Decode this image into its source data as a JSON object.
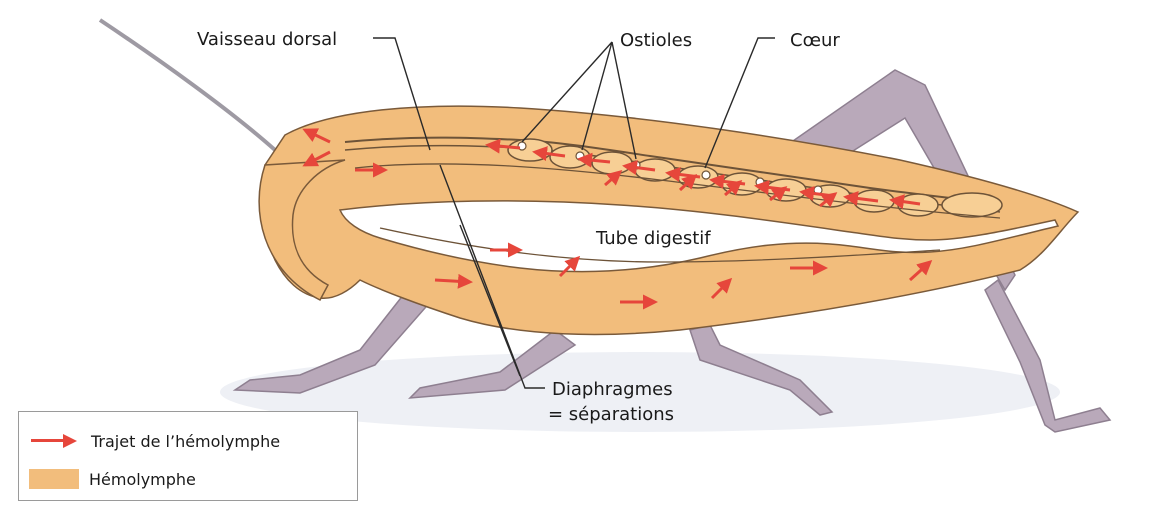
{
  "labels": {
    "vaisseau_dorsal": "Vaisseau dorsal",
    "ostioles": "Ostioles",
    "coeur": "Cœur",
    "tube_digestif": "Tube digestif",
    "diaphragmes_line1": "Diaphragmes",
    "diaphragmes_line2": "= séparations"
  },
  "legend": {
    "arrow_label": "Trajet de l’hémolymphe",
    "fill_label": "Hémolymphe"
  },
  "colors": {
    "hemolymph": "#f2bd7c",
    "arrow": "#e6463b",
    "legs": "#b9a9ba",
    "outline": "#7a5a3a"
  }
}
